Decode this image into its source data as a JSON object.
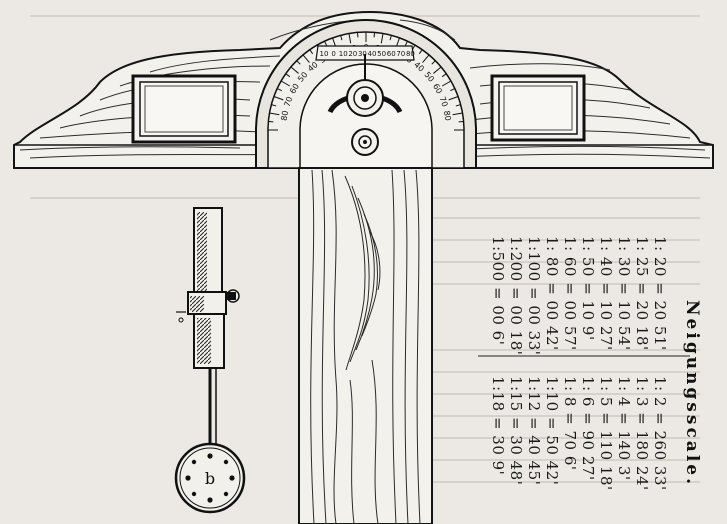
{
  "scale_title": "Neigungsscale.",
  "ratio_columns": [
    [
      "1:500 = 00 6'",
      "1:18 = 30 9'"
    ],
    [
      "1:200 = 00 18'",
      "1:15 = 30 48'"
    ],
    [
      "1:100 = 00 33'",
      "1:12 = 40 45'"
    ],
    [
      "1: 80 = 00 42'",
      "1:10 = 50 42'"
    ],
    [
      "1: 60 = 00 57'",
      "1: 8 = 70 6'"
    ],
    [
      "1: 50 = 10 9'",
      "1: 6 = 90 27'"
    ],
    [
      "1: 40 = 10 27'",
      "1: 5 = 110 18'"
    ],
    [
      "1: 30 = 10 54'",
      "1: 4 = 140 3'"
    ],
    [
      "1: 25 = 20 18'",
      "1: 3 = 180 24'"
    ],
    [
      "1: 20 = 20 51'",
      "1: 2 = 260 33'"
    ]
  ],
  "arc_scale_labels": [
    "80",
    "70",
    "60",
    "50",
    "40",
    "30",
    "20",
    "10",
    "0",
    "10",
    "20",
    "30",
    "40",
    "50",
    "60",
    "70",
    "80"
  ],
  "vernier_labels": [
    "10",
    "0",
    "10",
    "20",
    "30",
    "40",
    "50",
    "60",
    "70",
    "80"
  ],
  "plumb_disc_letter": "b"
}
